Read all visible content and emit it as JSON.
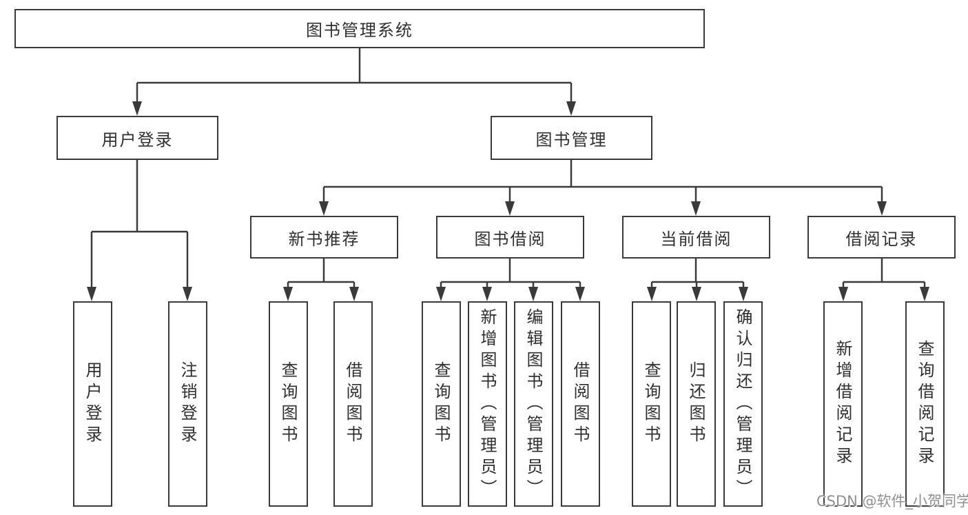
{
  "root": {
    "label": "图书管理系统"
  },
  "nodes": {
    "user_login": {
      "label": "用户登录"
    },
    "book_mgmt": {
      "label": "图书管理"
    },
    "new_books": {
      "label": "新书推荐"
    },
    "book_borrow": {
      "label": "图书借阅"
    },
    "current_borrow": {
      "label": "当前借阅"
    },
    "borrow_records": {
      "label": "借阅记录"
    }
  },
  "leaves": {
    "login": {
      "label": "用户登录"
    },
    "logout": {
      "label": "注销登录"
    },
    "nb_query_books": {
      "label": "查询图书"
    },
    "nb_borrow_books": {
      "label": "借阅图书"
    },
    "bb_query_books": {
      "label": "查询图书"
    },
    "bb_add_books": {
      "label": "新增图书（管理员）"
    },
    "bb_edit_books": {
      "label": "编辑图书（管理员）"
    },
    "bb_borrow_books": {
      "label": "借阅图书"
    },
    "cb_query_books": {
      "label": "查询图书"
    },
    "cb_return_books": {
      "label": "归还图书"
    },
    "cb_confirm_return": {
      "label": "确认归还（管理员）"
    },
    "br_add_record": {
      "label": "新增借阅记录"
    },
    "br_query_record": {
      "label": "查询借阅记录"
    }
  },
  "watermark": {
    "text": "CSDN @软件_小贺同学"
  },
  "colors": {
    "line": "#3a3a3a",
    "text": "#2f2f2f",
    "watermark_text": "#8f8f8f"
  }
}
